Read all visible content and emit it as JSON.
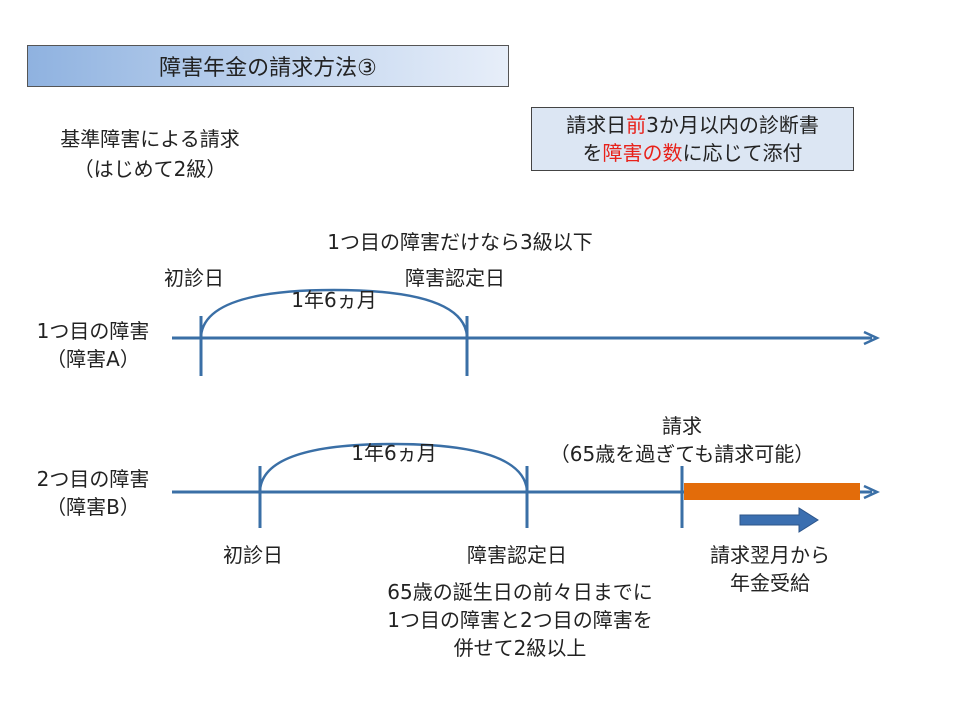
{
  "title": "障害年金の請求方法③",
  "note": {
    "line1": {
      "a": "請求日",
      "b": "前",
      "c": "3か月以内の診断書"
    },
    "line2": {
      "a": "を",
      "b": "障害の数",
      "c": "に応じて添付"
    }
  },
  "section_label": {
    "line1": "基準障害による請求",
    "line2": "（はじめて2級）"
  },
  "timeline1": {
    "heading": "1つ目の障害だけなら3級以下",
    "row_label": {
      "line1": "1つ目の障害",
      "line2": "（障害A）"
    },
    "start_label": "初診日",
    "end_label": "障害認定日",
    "span_label": "1年6ヵ月"
  },
  "timeline2": {
    "row_label": {
      "line1": "2つ目の障害",
      "line2": "（障害B）"
    },
    "start_label": "初診日",
    "end_label": "障害認定日",
    "span_label": "1年6ヵ月",
    "claim_label": {
      "line1": "請求",
      "line2": "（65歳を過ぎても請求可能）"
    },
    "receive_label": {
      "line1": "請求翌月から",
      "line2": "年金受給"
    },
    "condition": {
      "line1": "65歳の誕生日の前々日までに",
      "line2": "1つ目の障害と2つ目の障害を",
      "line3": "併せて2級以上"
    }
  },
  "colors": {
    "timeline": "#3a6fa6",
    "bar": "#e36c0a",
    "arrow": "#3b6fb0",
    "highlight": "#e8211a",
    "note_bg": "#dce6f3"
  }
}
